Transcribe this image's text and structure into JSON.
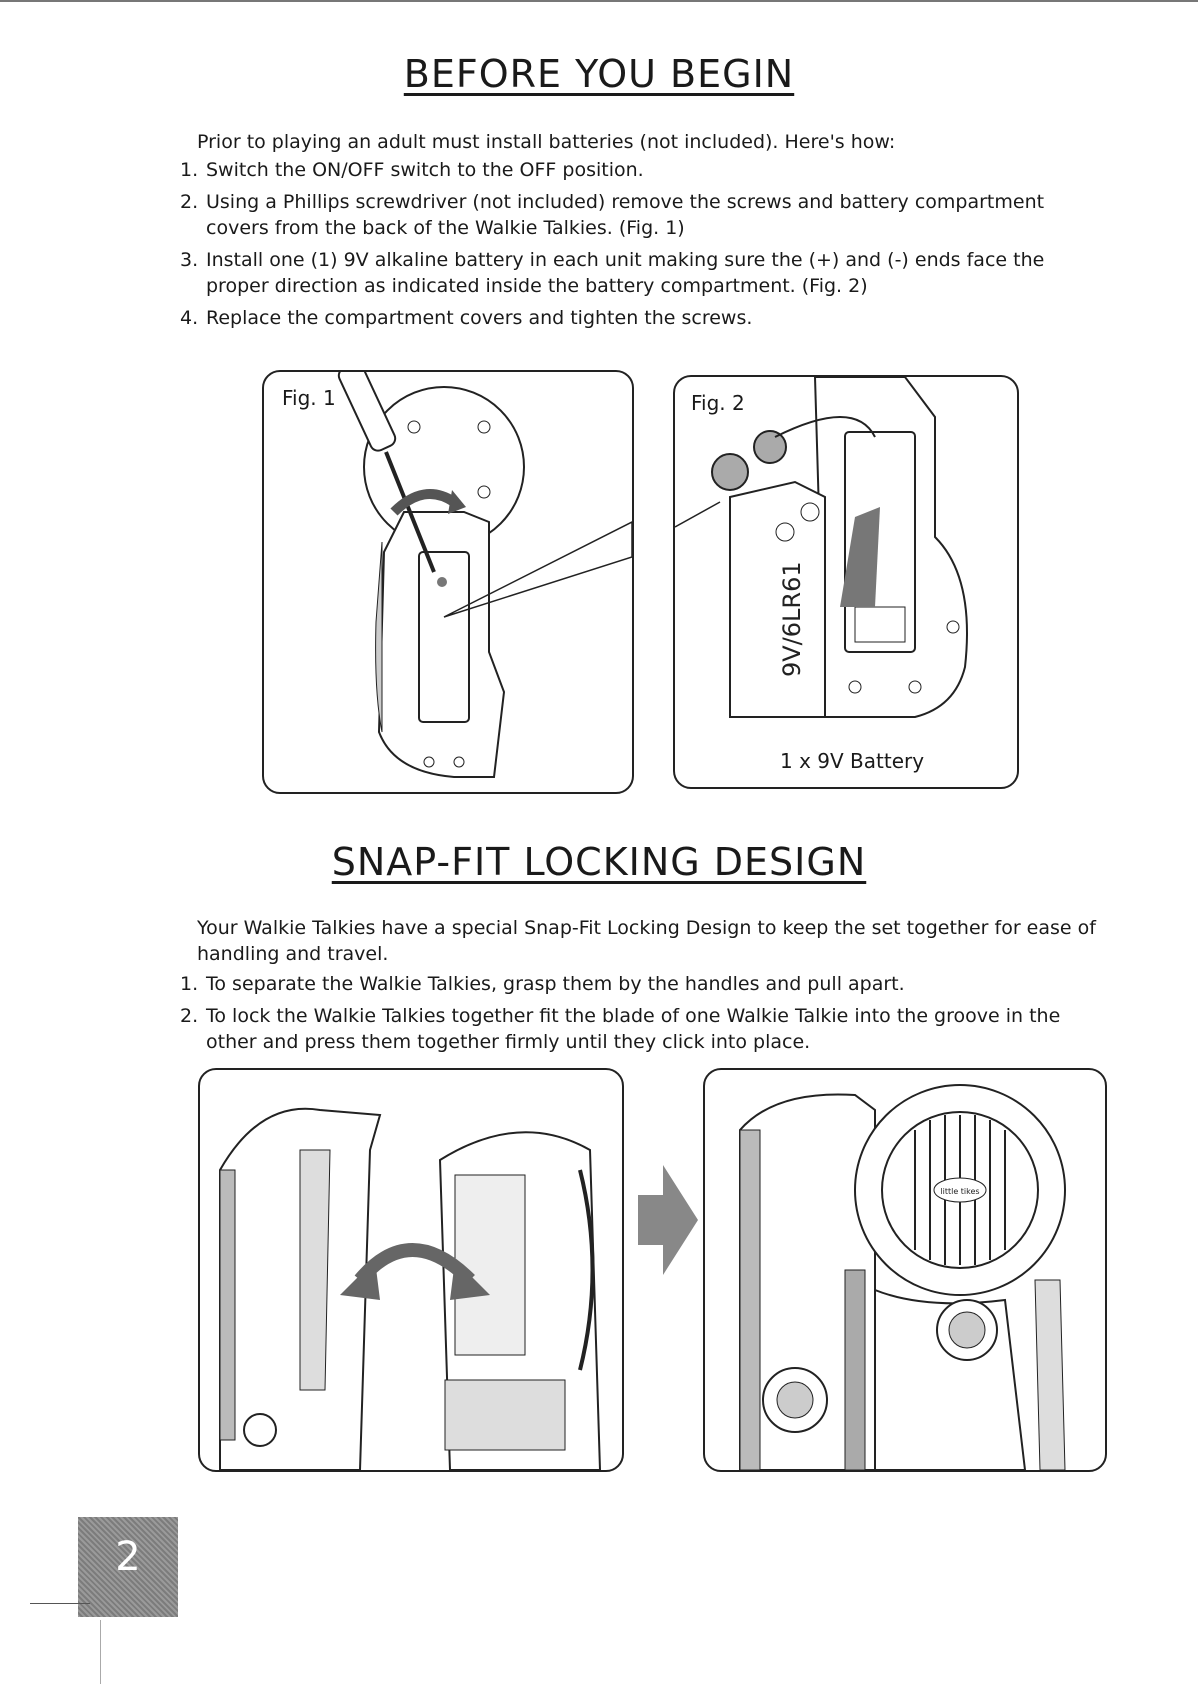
{
  "section1": {
    "title": "BEFORE YOU BEGIN",
    "intro": "Prior to playing an adult must install batteries (not included).  Here's how:",
    "steps": [
      {
        "num": "1.",
        "text": "Switch the ON/OFF switch to the OFF position."
      },
      {
        "num": "2.",
        "text": "Using a Phillips screwdriver (not included) remove the screws and battery compartment covers from the back of the Walkie Talkies. (Fig. 1)"
      },
      {
        "num": "3.",
        "text": "Install one (1) 9V alkaline battery in each unit making sure the (+) and (-) ends face the proper direction as indicated inside the battery compartment. (Fig. 2)"
      },
      {
        "num": "4.",
        "text": "Replace the compartment covers and tighten the screws."
      }
    ],
    "fig1_label": "Fig. 1",
    "fig2_label": "Fig. 2",
    "battery_text": "9V/6LR61",
    "fig2_caption": "1 x 9V Battery"
  },
  "section2": {
    "title": "SNAP-FIT LOCKING DESIGN",
    "intro": "Your Walkie Talkies have a special Snap-Fit Locking Design to keep the set together for ease of handling and travel.",
    "steps": [
      {
        "num": "1.",
        "text": "To separate the Walkie Talkies, grasp them by the handles and pull apart."
      },
      {
        "num": "2.",
        "text": "To lock the Walkie Talkies together fit the blade of one Walkie Talkie into the groove in the other and press them together firmly until they click into place."
      }
    ],
    "brand_logo": "little tikes"
  },
  "page_number": "2"
}
